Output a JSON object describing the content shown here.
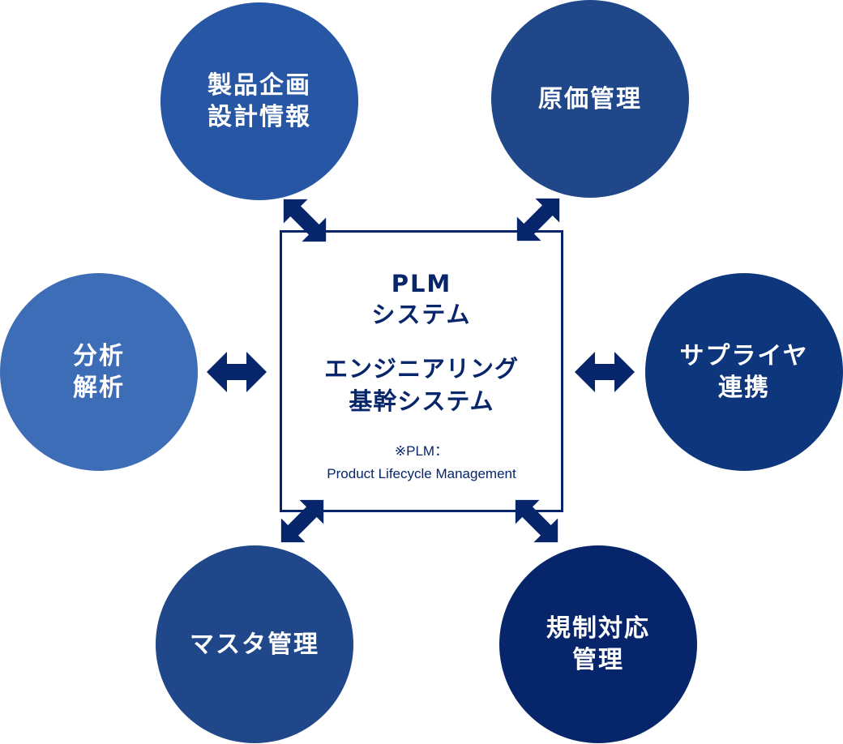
{
  "colors": {
    "primary_dark": "#06256b",
    "product_circle": "#2756a5",
    "cost_circle": "#1f4789",
    "analysis_circle": "#3e6db7",
    "supplier_circle": "#0d367c",
    "master_circle": "#1f4789",
    "regulation_circle": "#06256b"
  },
  "center": {
    "title": "PLM\nシステム",
    "subtitle": "エンジニアリング\n基幹システム",
    "note": "※PLM：\nProduct Lifecycle Management"
  },
  "nodes": {
    "product": "製品企画\n設計情報",
    "cost": "原価管理",
    "analysis": "分析\n解析",
    "supplier": "サプライヤ\n連携",
    "master": "マスタ管理",
    "regulation": "規制対応\n管理"
  },
  "icons": {
    "arrow_top_left": "double-arrow-diagonal-icon",
    "arrow_top_right": "double-arrow-diagonal-icon",
    "arrow_left": "double-arrow-horizontal-icon",
    "arrow_right": "double-arrow-horizontal-icon",
    "arrow_bottom_left": "double-arrow-diagonal-icon",
    "arrow_bottom_right": "double-arrow-diagonal-icon"
  }
}
